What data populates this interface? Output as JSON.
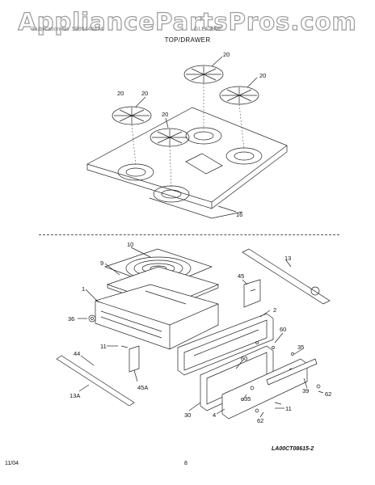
{
  "watermark": "AppliancePartsPros.com",
  "header": {
    "left_faint": "Publication No. 5995448474",
    "right_faint": "GLEF389F",
    "section_title": "TOP/DRAWER"
  },
  "callouts": {
    "grate_1": "20",
    "grate_2": "20",
    "grate_3": "20",
    "grate_4": "20",
    "grate_5": "20",
    "cooktop": "16",
    "drawer_liner": "10",
    "drawer_panel": "9",
    "drawer_body": "1",
    "slide_rail": "13",
    "bracket_right": "45",
    "bracket_left": "45A",
    "drawer_front": "2",
    "foot": "36",
    "screw_left": "11",
    "screw_right": "11",
    "glide_left": "44",
    "rail_left": "13A",
    "clip_top": "60",
    "clip_mid": "60",
    "clip_right": "35",
    "clip_bottom": "35",
    "panel_outer": "4",
    "panel_inner": "30",
    "handle": "39",
    "screw_a": "62",
    "screw_b": "62"
  },
  "figure_code": "LA00CT08615-2",
  "footer": {
    "date": "11/04",
    "page_number": "8"
  }
}
